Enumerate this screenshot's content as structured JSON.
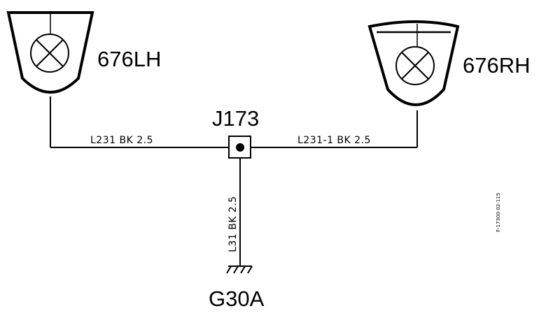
{
  "diagram": {
    "components": {
      "lamp_left": {
        "label": "676LH"
      },
      "lamp_right": {
        "label": "676RH"
      },
      "junction": {
        "label": "J173"
      },
      "ground": {
        "label": "G30A"
      }
    },
    "wires": {
      "left": {
        "label": "L231 BK 2.5"
      },
      "right": {
        "label": "L231-1 BK 2.5"
      },
      "ground": {
        "label": "L31 BK 2.5"
      }
    },
    "figure_code": "F-17300-02-115"
  }
}
